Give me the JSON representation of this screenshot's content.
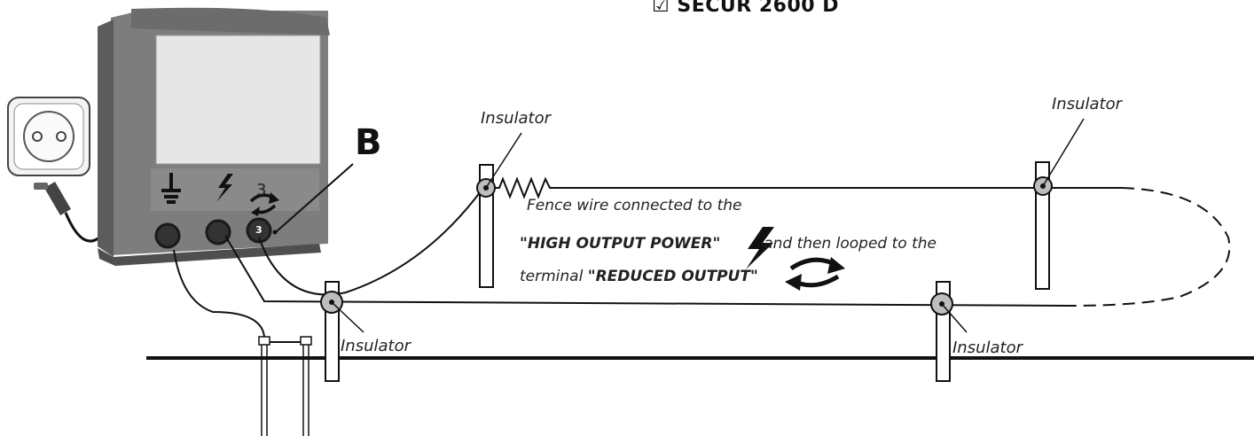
{
  "title": "☑ SECUR 2600 D",
  "callout_letter": "B",
  "insulator_labels": [
    "Insulator",
    "Insulator",
    "Insulator",
    "Insulator"
  ],
  "description": {
    "line1": "Fence wire connected to the",
    "line2_bold": "\"HIGH OUTPUT POWER\"",
    "line2_rest": "and then looped to the",
    "line3_start": "terminal",
    "line3_bold": "\"REDUCED OUTPUT\""
  },
  "energizer": {
    "panel_number": "3",
    "terminal_number": "3"
  },
  "icons": {
    "ground": "ground-icon",
    "high_output": "lightning-icon",
    "reduced_output": "rotate-arrows-icon",
    "socket": "power-socket-icon",
    "plug": "power-plug-icon"
  },
  "colors": {
    "device_body": "#8f8f8f",
    "device_panel": "#e6e6e6",
    "line": "#111111"
  }
}
